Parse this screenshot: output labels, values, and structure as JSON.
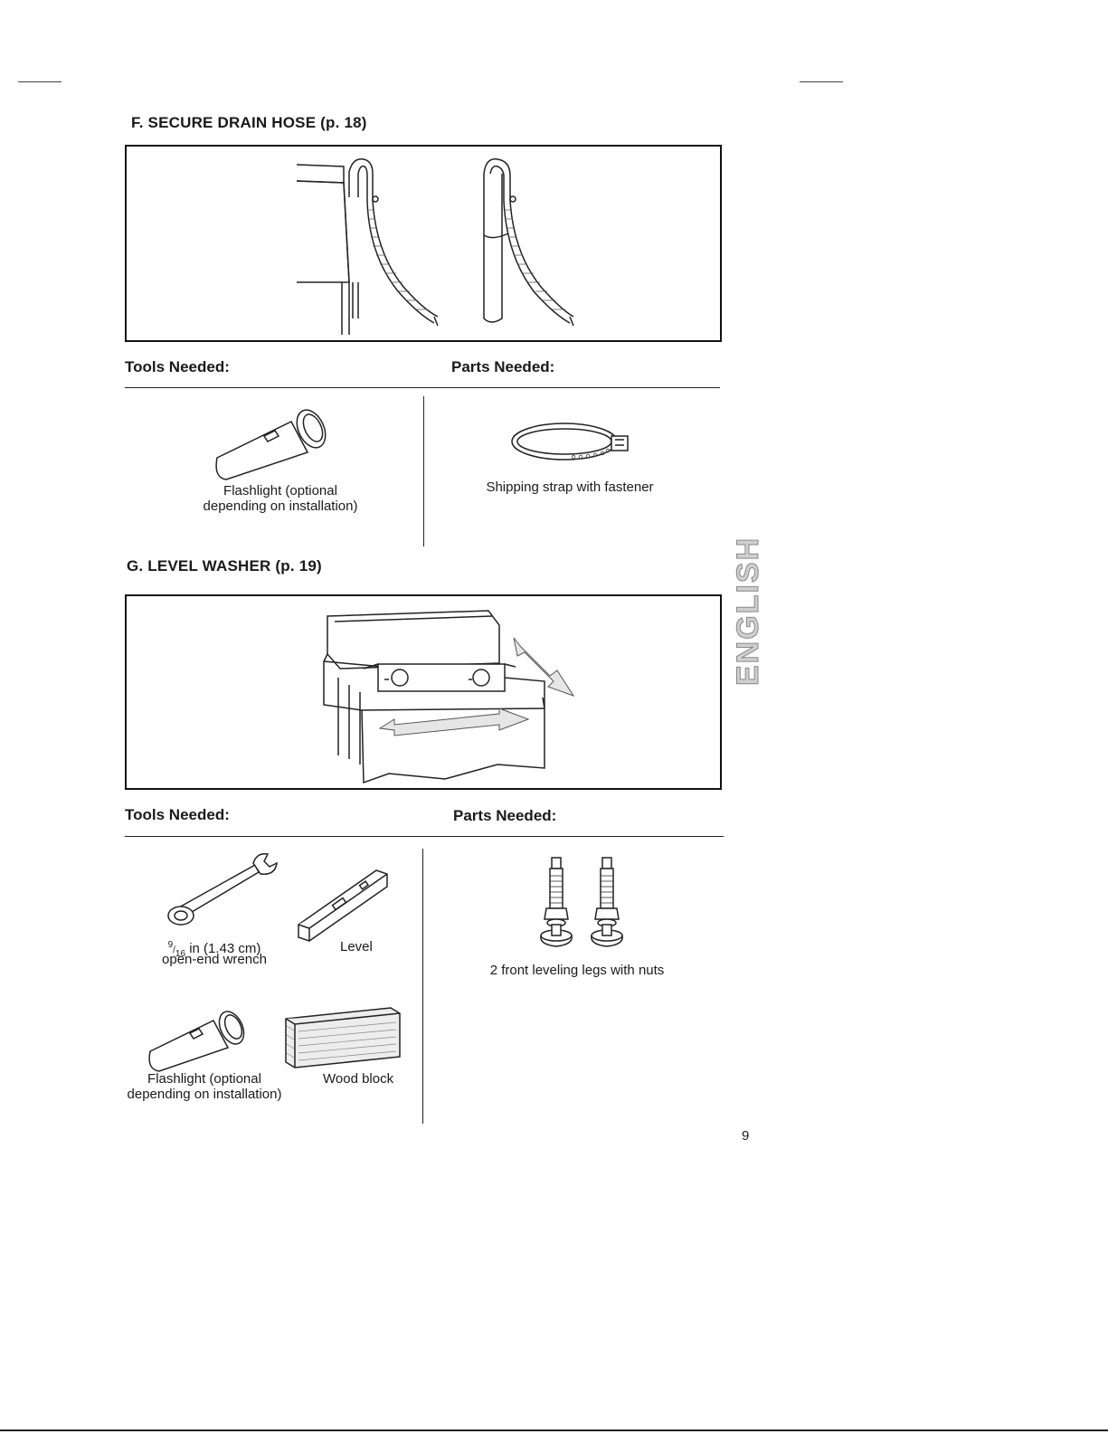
{
  "section_f": {
    "title": "F. SECURE DRAIN HOSE (p. 18)",
    "tools_label": "Tools Needed:",
    "parts_label": "Parts Needed:",
    "tools": [
      {
        "caption_line1": "Flashlight (optional",
        "caption_line2": "depending on installation)",
        "icon": "flashlight-icon"
      }
    ],
    "parts": [
      {
        "caption": "Shipping strap with fastener",
        "icon": "strap-icon"
      }
    ]
  },
  "section_g": {
    "title": "G. LEVEL WASHER (p. 19)",
    "tools_label": "Tools Needed:",
    "parts_label": "Parts Needed:",
    "tools": [
      {
        "fraction_num": "9",
        "fraction_den": "16",
        "caption_line1": " in (1.43 cm)",
        "caption_line2": "open-end wrench",
        "icon": "wrench-icon"
      },
      {
        "caption": "Level",
        "icon": "level-icon"
      },
      {
        "caption_line1": "Flashlight (optional",
        "caption_line2": "depending on installation)",
        "icon": "flashlight-icon"
      },
      {
        "caption": "Wood block",
        "icon": "wood-block-icon"
      }
    ],
    "parts": [
      {
        "caption": "2 front leveling legs with nuts",
        "icon": "leveling-leg-icon"
      }
    ]
  },
  "side_tab": "ENGLISH",
  "page_number": "9"
}
